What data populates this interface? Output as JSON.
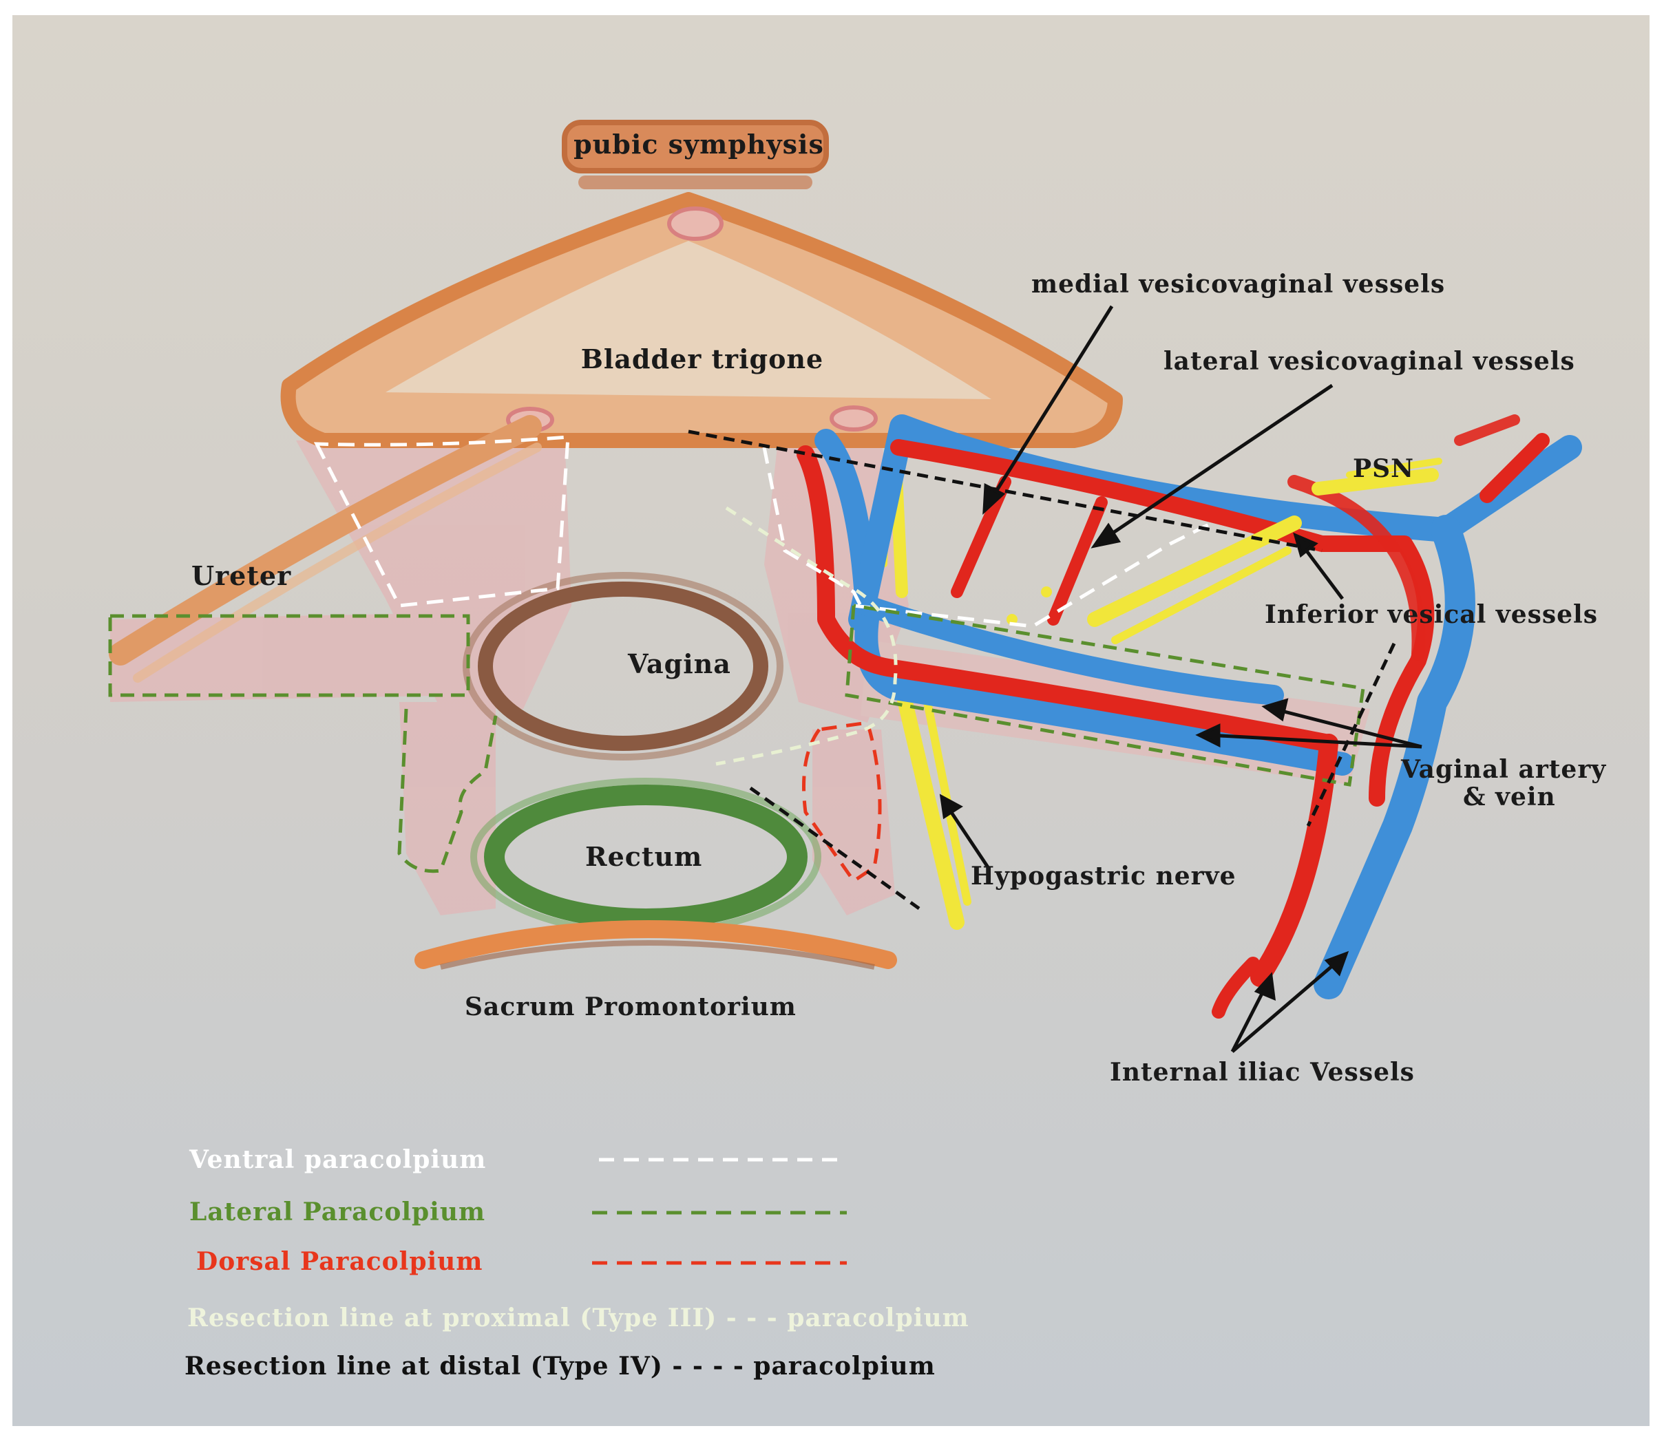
{
  "colors": {
    "background": "#d4d0ca",
    "artery": "#e1261d",
    "vein": "#3f8fd8",
    "nerve": "#f1e63a",
    "bladder": "#e6a06a",
    "vagina": "#8a5a42",
    "rectum": "#4f8a3c",
    "ventral": "#ffffff",
    "lateral": "#5a8f2e",
    "dorsal": "#e8361c",
    "proximal_line": "#e8f0d2",
    "distal_line": "#111111"
  },
  "labels": {
    "pubic_symphysis": "pubic symphysis",
    "bladder_trigone": "Bladder trigone",
    "ureter": "Ureter",
    "vagina": "Vagina",
    "rectum": "Rectum",
    "sacrum": "Sacrum Promontorium",
    "medial_vv": "medial vesicovaginal vessels",
    "lateral_vv": "lateral vesicovaginal vessels",
    "psn": "PSN",
    "inferior_vesical": "Inferior vesical vessels",
    "vaginal_av_1": "Vaginal artery",
    "vaginal_av_2": "& vein",
    "hypogastric": "Hypogastric nerve",
    "internal_iliac": "Internal iliac Vessels"
  },
  "legend": {
    "ventral": "Ventral paracolpium",
    "lateral": "Lateral Paracolpium",
    "dorsal": "Dorsal Paracolpium",
    "proximal": "Resection line at proximal (Type III) - - - paracolpium",
    "distal": "Resection line at distal (Type IV) - - - - paracolpium"
  }
}
